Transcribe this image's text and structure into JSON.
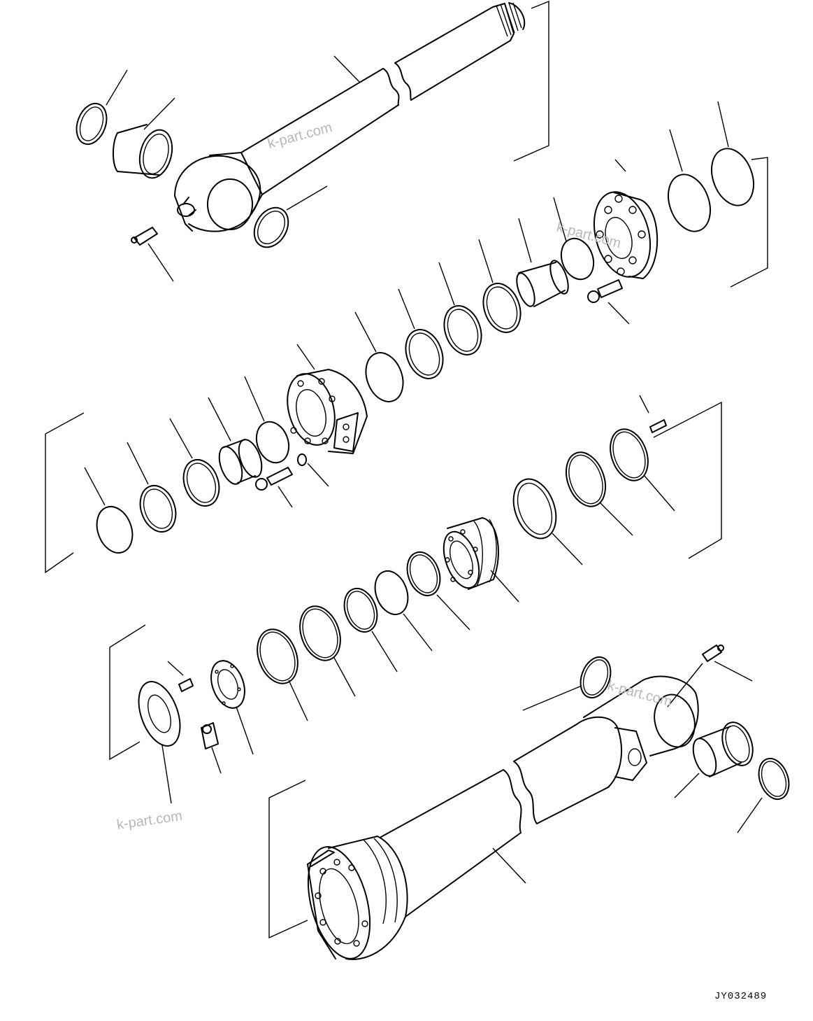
{
  "diagram": {
    "type": "exploded parts diagram",
    "drawing_code": "JY032489",
    "watermarks": [
      "k-part.com",
      "k-part.com",
      "k-part.com",
      "k-part.com"
    ]
  }
}
